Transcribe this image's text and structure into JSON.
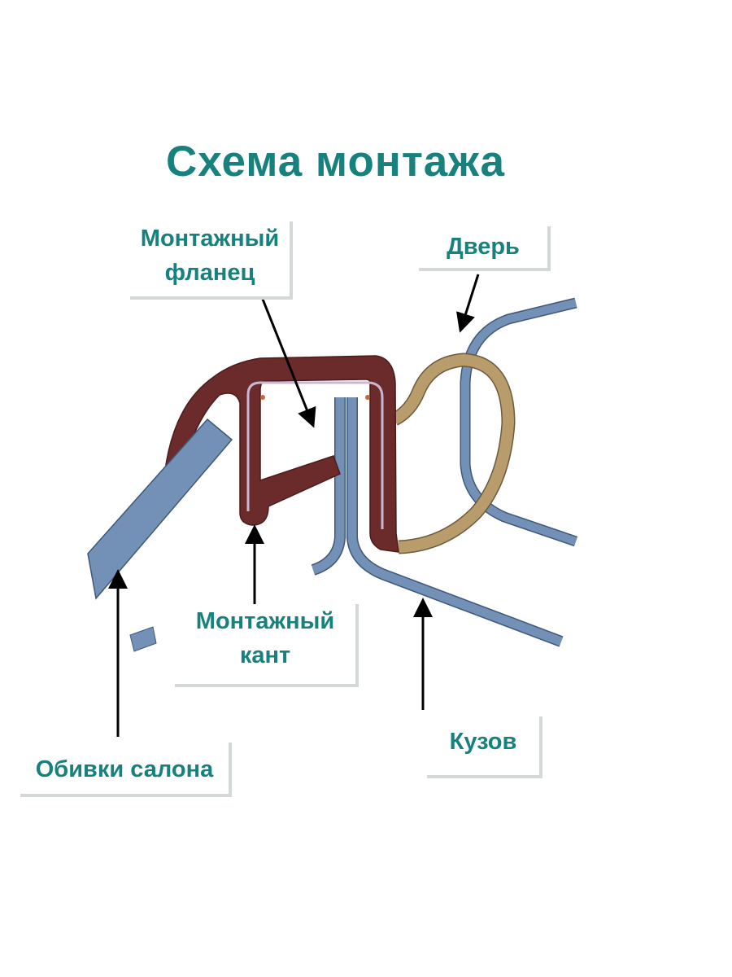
{
  "title": "Схема монтажа",
  "labels": {
    "flange": "Монтажный фланец",
    "door": "Дверь",
    "edge": "Монтажный кант",
    "trim": "Обивки салона",
    "body": "Кузов"
  },
  "colors": {
    "text": "#17817d",
    "seal": "#6b2b2a",
    "metal": "#7391b6",
    "door_seal": "#b89c6c"
  }
}
